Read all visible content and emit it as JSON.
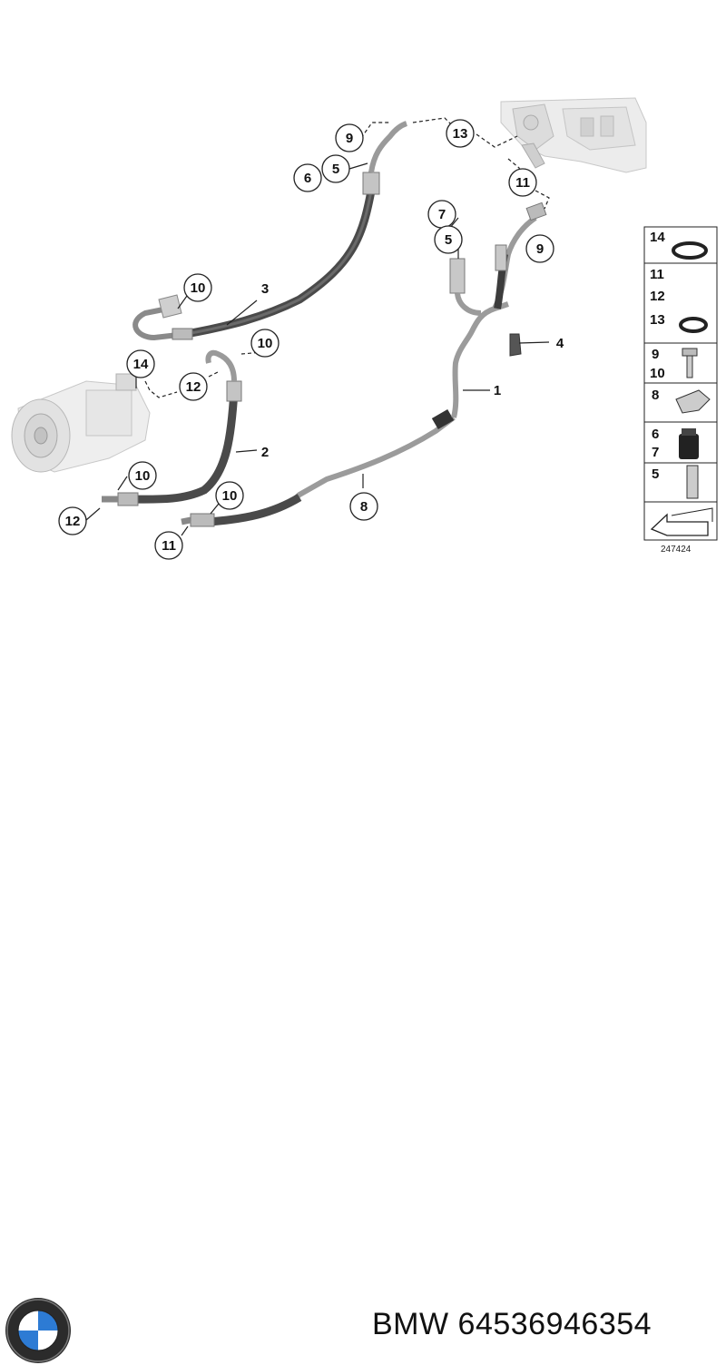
{
  "diagram": {
    "callouts": {
      "c9a": "9",
      "c13": "13",
      "c5a": "5",
      "c6": "6",
      "c11a": "11",
      "c7": "7",
      "c5b": "5",
      "c9b": "9",
      "c4": "4",
      "c10a": "10",
      "c3": "3",
      "c14": "14",
      "c10b": "10",
      "c12a": "12",
      "c1": "1",
      "c2": "2",
      "c10c": "10",
      "c12b": "12",
      "c10d": "10",
      "c8": "8",
      "c11b": "11"
    },
    "legend": {
      "r1": "14",
      "r2a": "11",
      "r2b": "12",
      "r2c": "13",
      "r3a": "9",
      "r3b": "10",
      "r4": "8",
      "r5a": "6",
      "r5b": "7",
      "r6": "5"
    },
    "reference_number": "247424"
  },
  "footer": {
    "brand": "BMW",
    "part_number": "64536946354"
  }
}
